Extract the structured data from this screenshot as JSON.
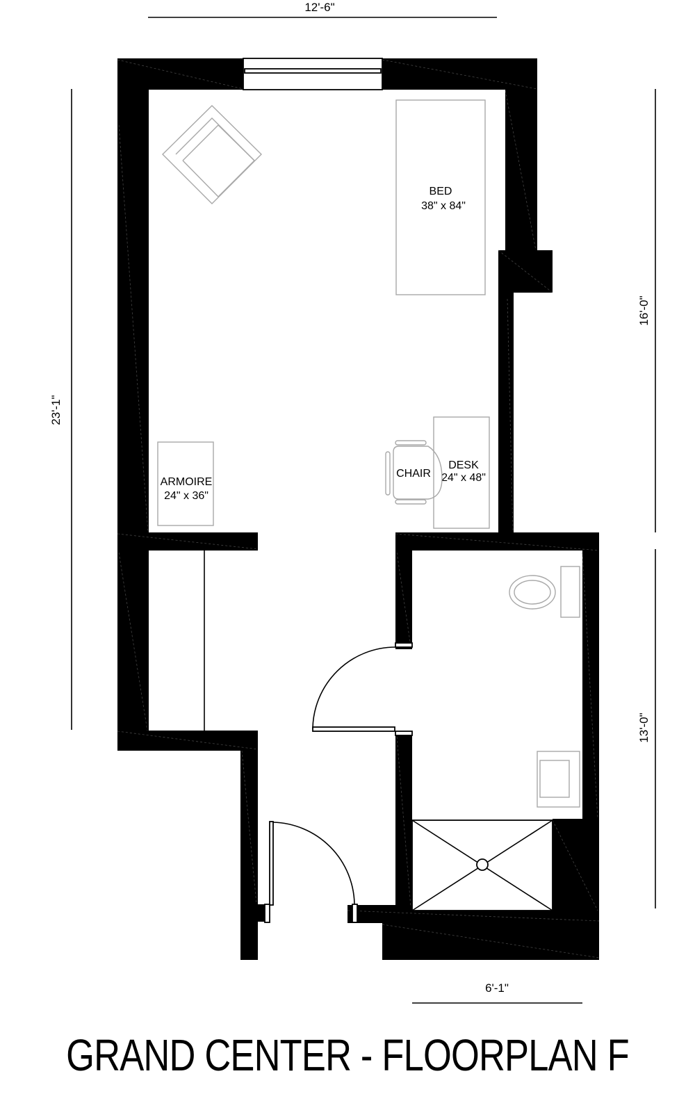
{
  "title": "GRAND CENTER - FLOORPLAN F",
  "dimensions": {
    "top_width": "12'-6\"",
    "left_height": "23'-1\"",
    "right_upper": "16'-0\"",
    "right_lower": "13'-0\"",
    "bottom_width": "6'-1\""
  },
  "furniture": {
    "bed": {
      "name": "BED",
      "size": "38\" x 84\""
    },
    "desk": {
      "name": "DESK",
      "size": "24\" x 48\""
    },
    "chair": {
      "name": "CHAIR"
    },
    "armoire": {
      "name": "ARMOIRE",
      "size": "24\" x 36\""
    },
    "lounge_chair": {
      "name": "lounge-chair"
    }
  },
  "bathroom": {
    "fixtures": [
      "toilet",
      "sink",
      "shower"
    ]
  },
  "colors": {
    "wall": "#000000",
    "furniture_outline": "#a8a8a8",
    "background": "#ffffff"
  }
}
